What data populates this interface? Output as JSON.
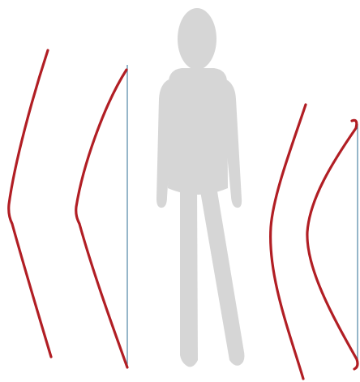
{
  "diagram": {
    "figure": {
      "icon": "person-silhouette-icon",
      "color": "#d6d6d6"
    },
    "curve_color": "#b11e24",
    "reference_line_color": "#4f86a5",
    "curves": [
      {
        "name": "left-outer-curve",
        "shape": "angular-bend"
      },
      {
        "name": "left-inner-curve",
        "shape": "angular-bend",
        "has_reference_line": true
      },
      {
        "name": "right-inner-curve",
        "shape": "gentle-bend"
      },
      {
        "name": "right-outer-curve",
        "shape": "s-curve",
        "has_reference_line": true
      }
    ]
  }
}
